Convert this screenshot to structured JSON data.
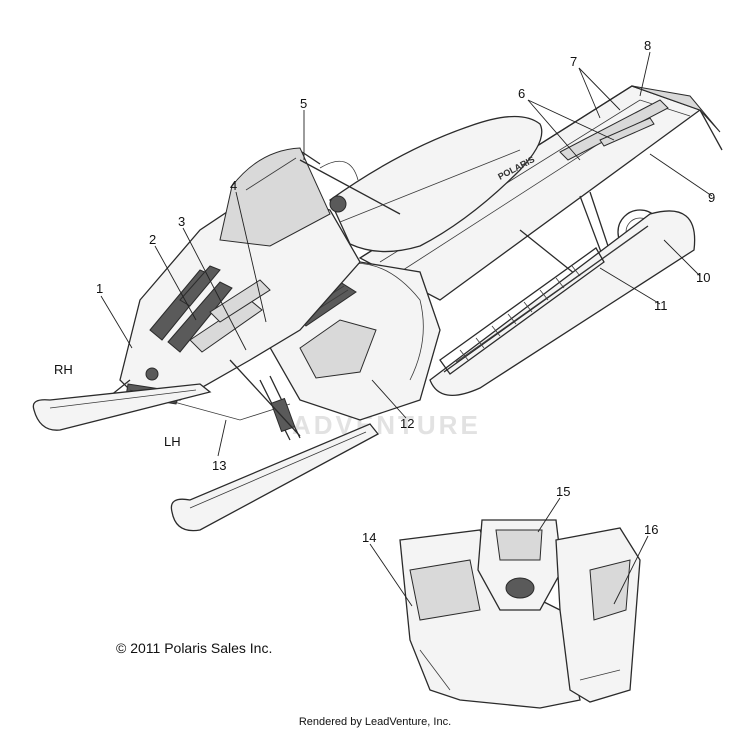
{
  "side_labels": {
    "rh": "RH",
    "lh": "LH"
  },
  "callouts": [
    "1",
    "2",
    "3",
    "4",
    "5",
    "6",
    "7",
    "8",
    "9",
    "10",
    "11",
    "12",
    "13",
    "14",
    "15",
    "16"
  ],
  "seat_logo": "POLARIS",
  "watermark": "ADVENTURE",
  "copyright": "© 2011 Polaris Sales Inc.",
  "rendered_by": "Rendered by LeadVenture, Inc."
}
